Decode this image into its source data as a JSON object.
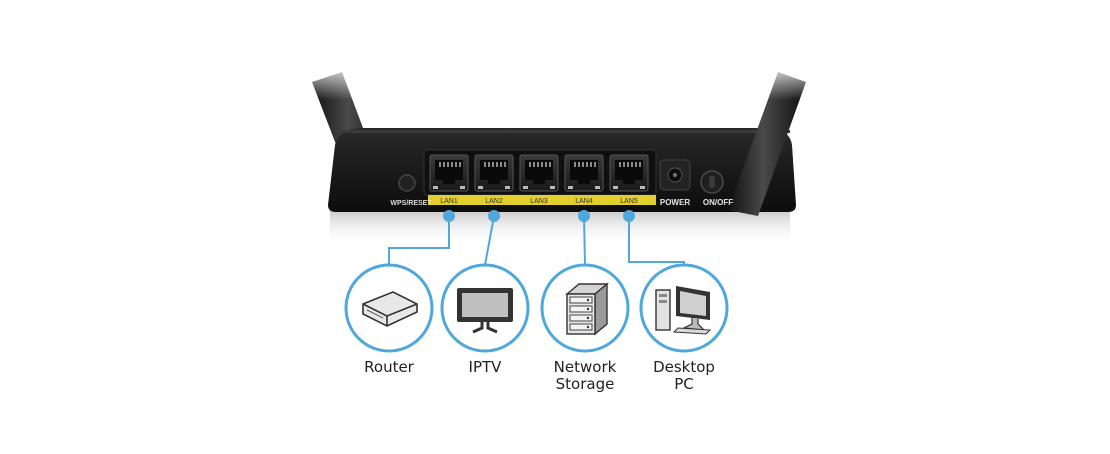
{
  "router": {
    "wps_label": "WPS/RESET",
    "power_label": "POWER",
    "onoff_label": "ON/OFF",
    "ports": [
      "LAN1",
      "LAN2",
      "LAN3",
      "LAN4",
      "LAN5"
    ]
  },
  "devices": [
    {
      "name": "Router",
      "lines": [
        "Router"
      ],
      "port": "LAN1",
      "icon": "router-icon"
    },
    {
      "name": "IPTV",
      "lines": [
        "IPTV"
      ],
      "port": "LAN2",
      "icon": "tv-icon"
    },
    {
      "name": "Network Storage",
      "lines": [
        "Network",
        "Storage"
      ],
      "port": "LAN4",
      "icon": "nas-icon"
    },
    {
      "name": "Desktop PC",
      "lines": [
        "Desktop",
        "PC"
      ],
      "port": "LAN5",
      "icon": "desktop-pc-icon"
    }
  ],
  "colors": {
    "accent": "#4fa8dc",
    "port_strip": "#e3cf2b",
    "router_body": "#1c1c1c"
  }
}
